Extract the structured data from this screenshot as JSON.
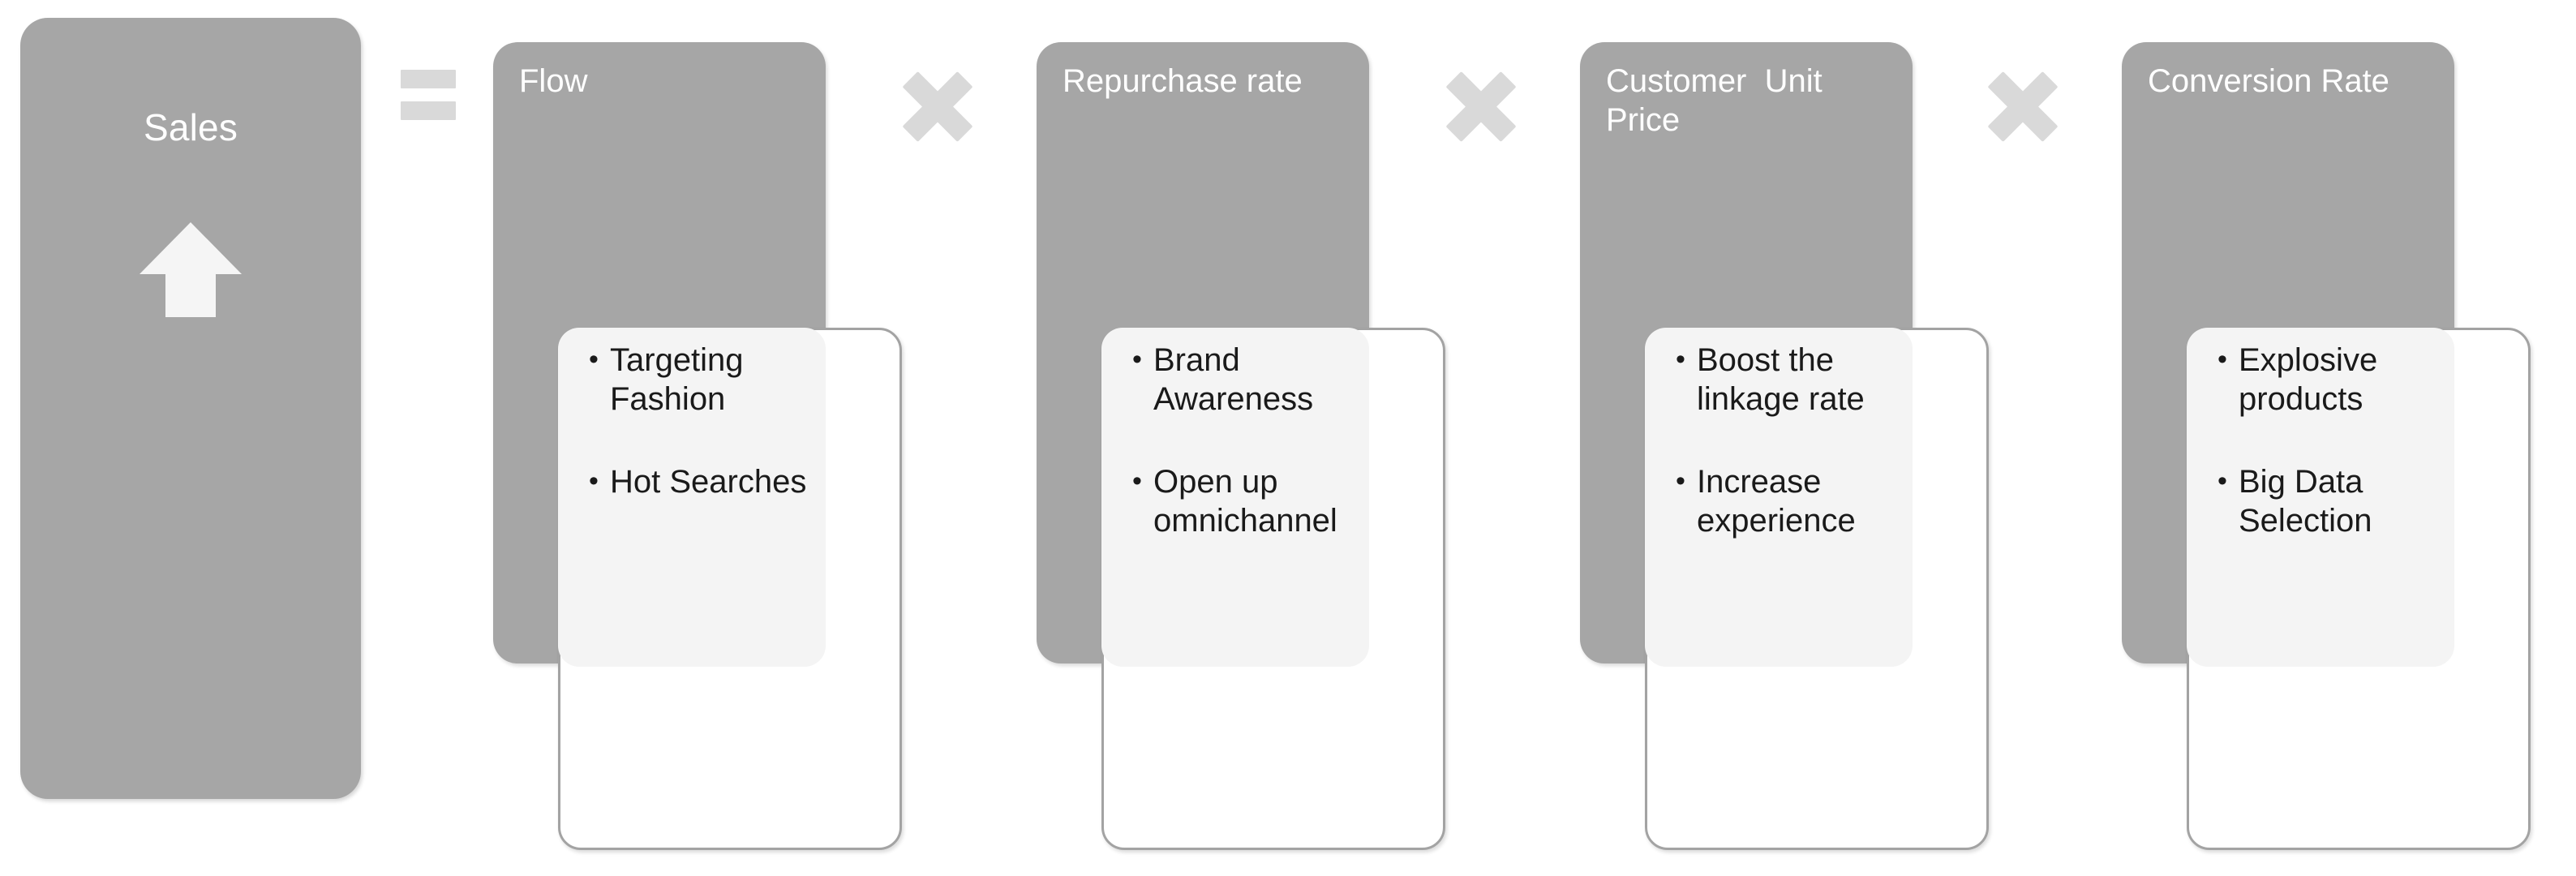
{
  "diagram": {
    "result": {
      "label": "Sales",
      "icon": "up-arrow-icon"
    },
    "operators": {
      "equals": "=",
      "times": "×"
    },
    "colors": {
      "card_gray": "#a6a6a6",
      "textbox_gray": "#f4f4f4",
      "operator_gray": "#d9d9d9",
      "card_border": "#a3a3a3",
      "title_text": "#ffffff",
      "bullet_text": "#1a1a1a",
      "background": "#ffffff"
    },
    "factors": [
      {
        "title": "Flow",
        "bullets": [
          "Targeting Fashion",
          "Hot Searches"
        ],
        "operator_before": "="
      },
      {
        "title": "Repurchase rate",
        "bullets": [
          "Brand Awareness",
          "Open up omnichannel"
        ],
        "operator_before": "×"
      },
      {
        "title": "Customer  Unit Price",
        "bullets": [
          "Boost the linkage rate",
          "Increase experience"
        ],
        "operator_before": "×"
      },
      {
        "title": "Conversion Rate",
        "bullets": [
          "Explosive products",
          "Big Data Selection"
        ],
        "operator_before": "×"
      }
    ]
  }
}
